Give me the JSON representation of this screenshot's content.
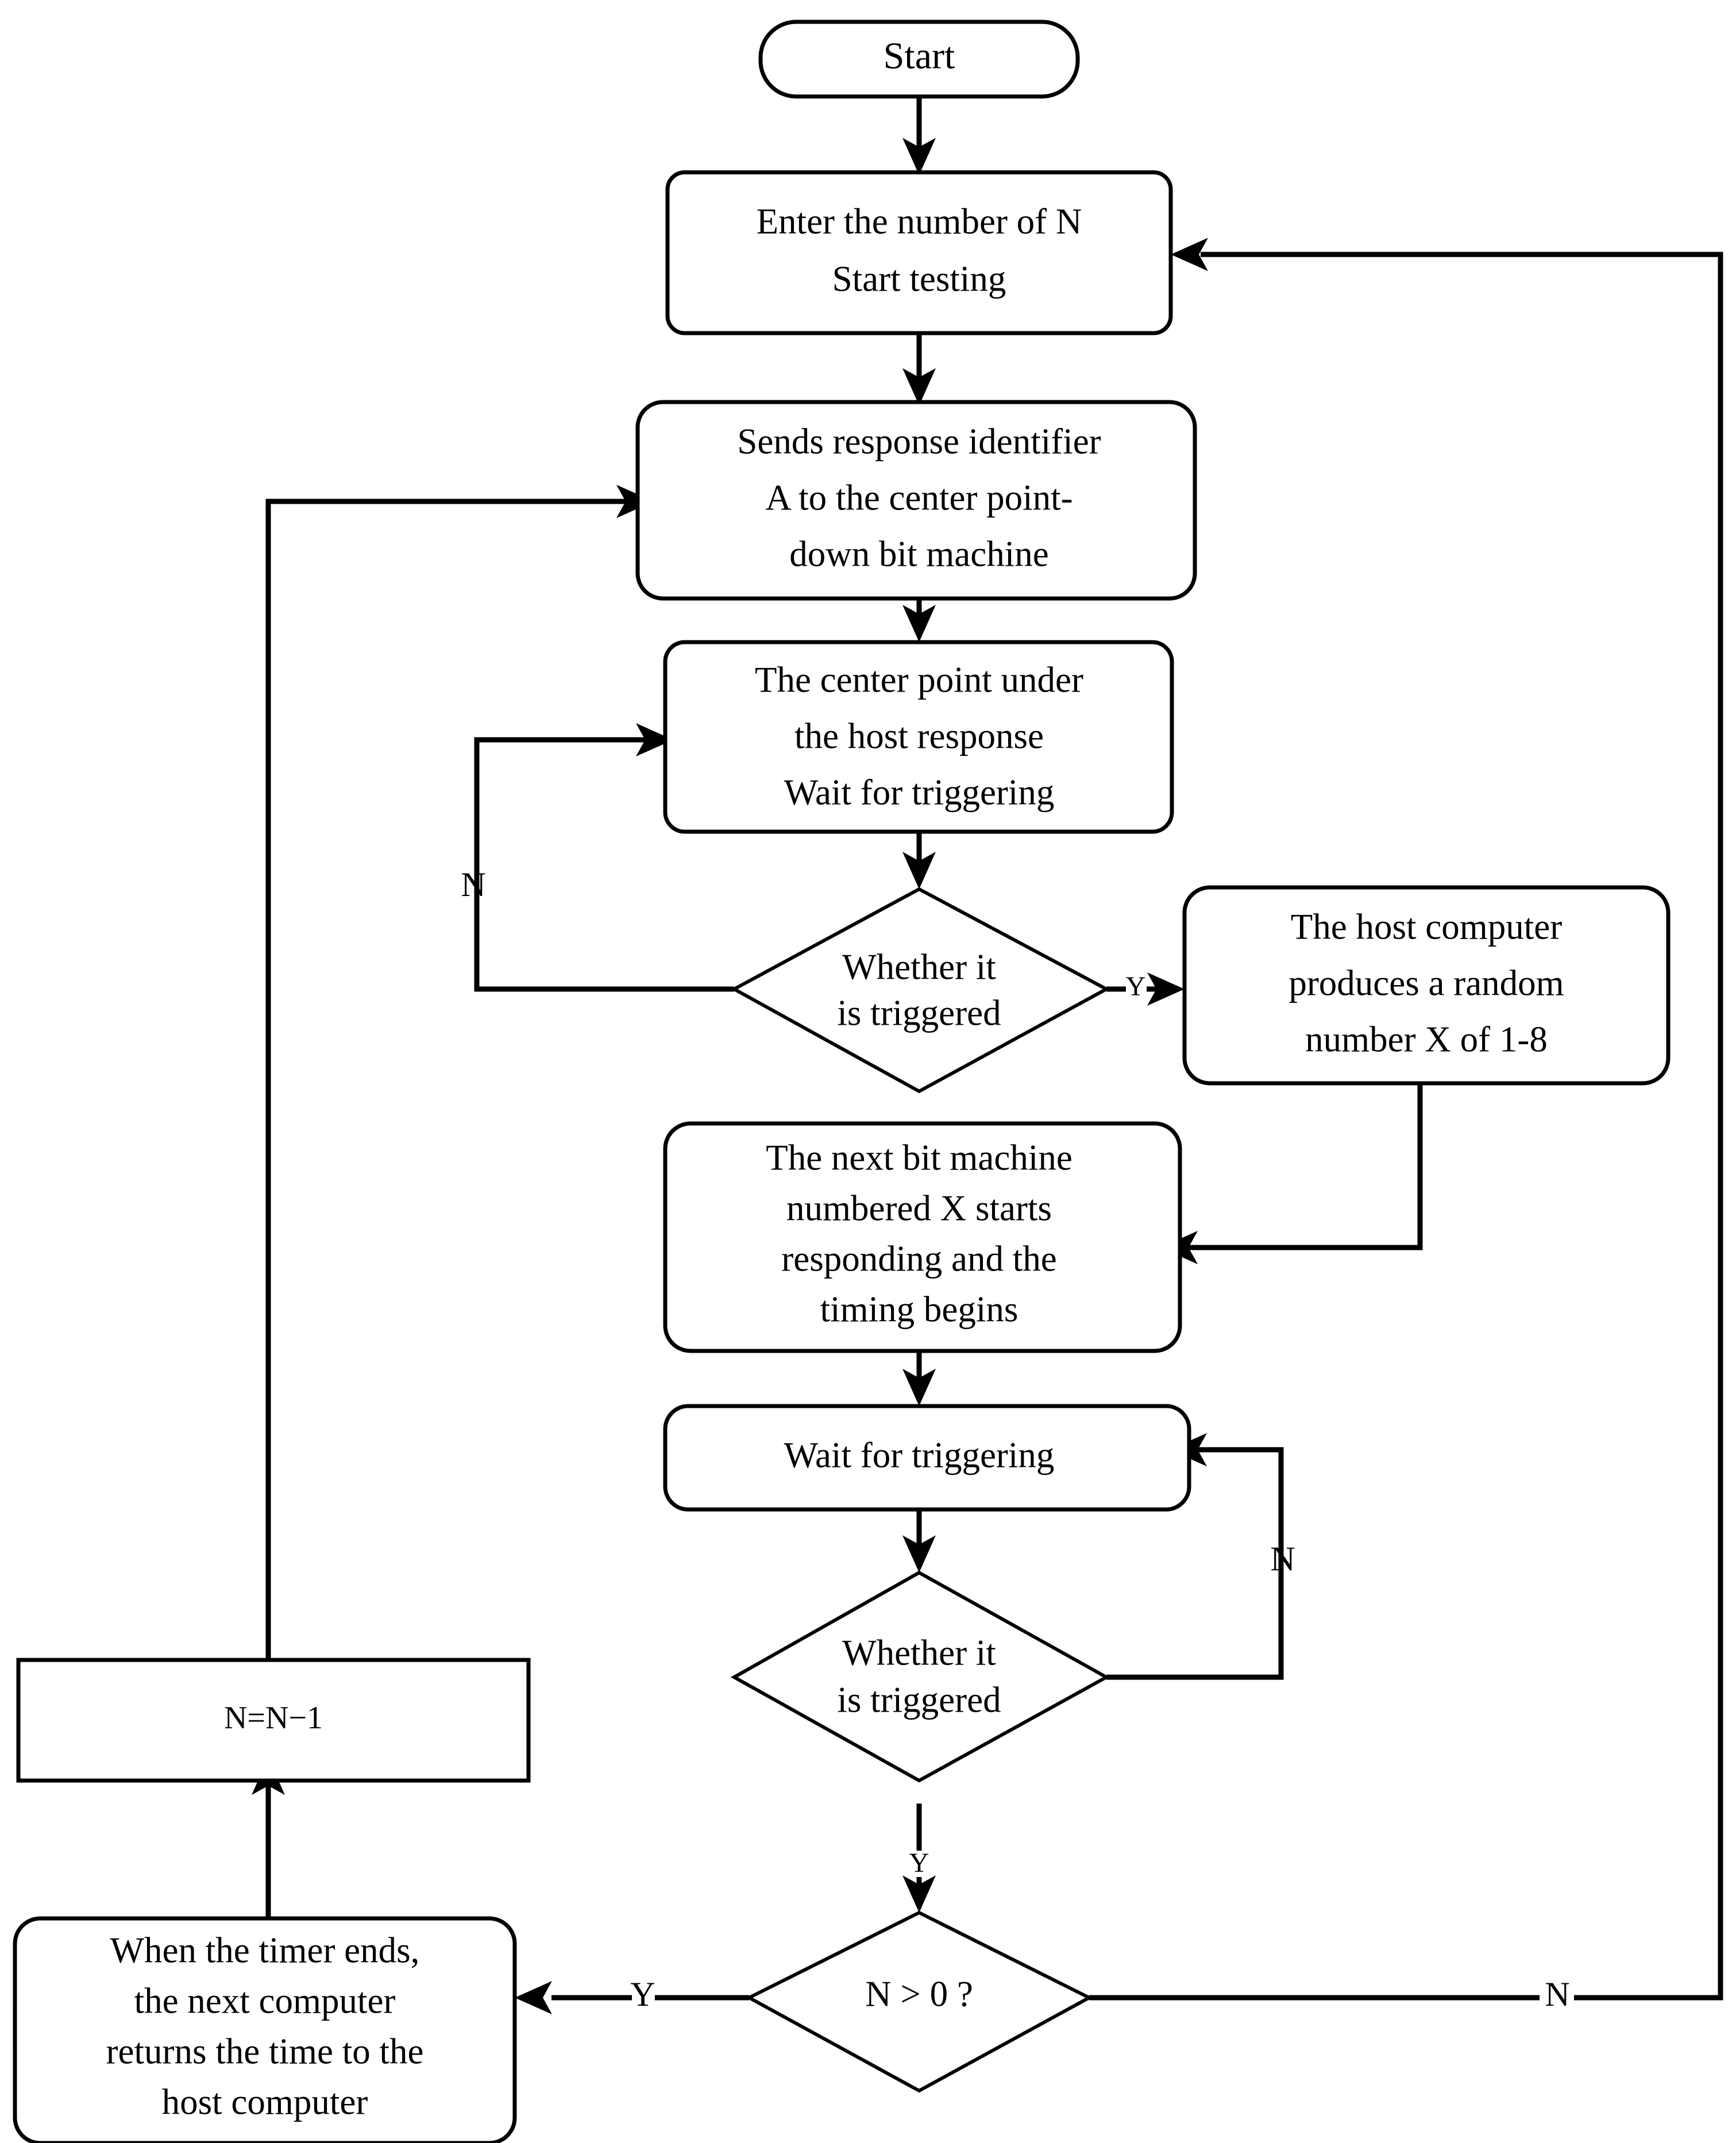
{
  "chart_data": {
    "type": "diagram",
    "diagram_kind": "flowchart",
    "title": "",
    "orientation": "top-to-bottom",
    "nodes": [
      {
        "id": "start",
        "shape": "rounded-rect",
        "lines": [
          "Start"
        ]
      },
      {
        "id": "enter_n",
        "shape": "rounded-rect",
        "lines": [
          "Enter the number of N",
          "Start testing"
        ]
      },
      {
        "id": "send_id",
        "shape": "rounded-rect",
        "lines": [
          "Sends response identifier",
          "A to the center point-",
          "down bit machine"
        ]
      },
      {
        "id": "center_pt",
        "shape": "rounded-rect",
        "lines": [
          "The center point under",
          "the host response",
          "Wait for triggering"
        ]
      },
      {
        "id": "trig1",
        "shape": "diamond",
        "lines": [
          "Whether it",
          "is triggered"
        ]
      },
      {
        "id": "random_x",
        "shape": "rounded-rect",
        "lines": [
          "The host computer",
          "produces a random",
          "number X of 1-8"
        ]
      },
      {
        "id": "next_bit",
        "shape": "rounded-rect",
        "lines": [
          "The next bit machine",
          "numbered X starts",
          "responding and the",
          "timing begins"
        ]
      },
      {
        "id": "wait_trig",
        "shape": "rounded-rect",
        "lines": [
          "Wait for triggering"
        ]
      },
      {
        "id": "trig2",
        "shape": "diamond",
        "lines": [
          "Whether it",
          "is triggered"
        ]
      },
      {
        "id": "n_gt_zero",
        "shape": "diamond",
        "lines": [
          "N > 0 ?"
        ]
      },
      {
        "id": "timer_end",
        "shape": "rounded-rect",
        "lines": [
          "When the timer ends,",
          "the next computer",
          "returns the time to the",
          "host computer"
        ]
      },
      {
        "id": "decrement",
        "shape": "rect",
        "lines": [
          "N=N−1"
        ]
      }
    ],
    "edges": [
      {
        "from": "start",
        "to": "enter_n",
        "label": ""
      },
      {
        "from": "enter_n",
        "to": "send_id",
        "label": ""
      },
      {
        "from": "send_id",
        "to": "center_pt",
        "label": ""
      },
      {
        "from": "center_pt",
        "to": "trig1",
        "label": ""
      },
      {
        "from": "trig1",
        "to": "center_pt",
        "label": "N"
      },
      {
        "from": "trig1",
        "to": "random_x",
        "label": "Y"
      },
      {
        "from": "random_x",
        "to": "next_bit",
        "label": ""
      },
      {
        "from": "next_bit",
        "to": "wait_trig",
        "label": ""
      },
      {
        "from": "wait_trig",
        "to": "trig2",
        "label": ""
      },
      {
        "from": "trig2",
        "to": "wait_trig",
        "label": "N"
      },
      {
        "from": "trig2",
        "to": "n_gt_zero",
        "label": "Y"
      },
      {
        "from": "n_gt_zero",
        "to": "timer_end",
        "label": "Y"
      },
      {
        "from": "n_gt_zero",
        "to": "enter_n",
        "label": "N"
      },
      {
        "from": "timer_end",
        "to": "decrement",
        "label": ""
      },
      {
        "from": "decrement",
        "to": "send_id",
        "label": ""
      }
    ],
    "labels": {
      "yes": "Y",
      "no": "N"
    },
    "colors": {
      "background": "#ffffff",
      "stroke": "#000000",
      "text": "#000000",
      "fill": "#ffffff"
    }
  },
  "nodes": {
    "start": {
      "line1": "Start"
    },
    "enter_n": {
      "line1": "Enter the number of N",
      "line2": "Start testing"
    },
    "send_id": {
      "line1": "Sends response identifier",
      "line2": "A to the center point-",
      "line3": "down bit machine"
    },
    "center_pt": {
      "line1": "The center point under",
      "line2": "the host response",
      "line3": "Wait for triggering"
    },
    "trig1": {
      "line1": "Whether it",
      "line2": "is triggered"
    },
    "random_x": {
      "line1": "The host computer",
      "line2": "produces a random",
      "line3": "number X of 1-8"
    },
    "next_bit": {
      "line1": "The next bit machine",
      "line2": "numbered X starts",
      "line3": "responding and the",
      "line4": "timing begins"
    },
    "wait_trig": {
      "line1": "Wait for triggering"
    },
    "trig2": {
      "line1": "Whether it",
      "line2": "is triggered"
    },
    "n_gt_zero": {
      "line1": "N > 0 ?"
    },
    "timer_end": {
      "line1": "When the timer ends,",
      "line2": "the next computer",
      "line3": "returns the time to the",
      "line4": "host computer"
    },
    "decrement": {
      "line1": "N=N−1"
    }
  },
  "edge_labels": {
    "trig1_no": "N",
    "trig1_yes": "Y",
    "trig2_no": "N",
    "trig2_yes": "Y",
    "ngt_yes": "Y",
    "ngt_no": "N"
  }
}
